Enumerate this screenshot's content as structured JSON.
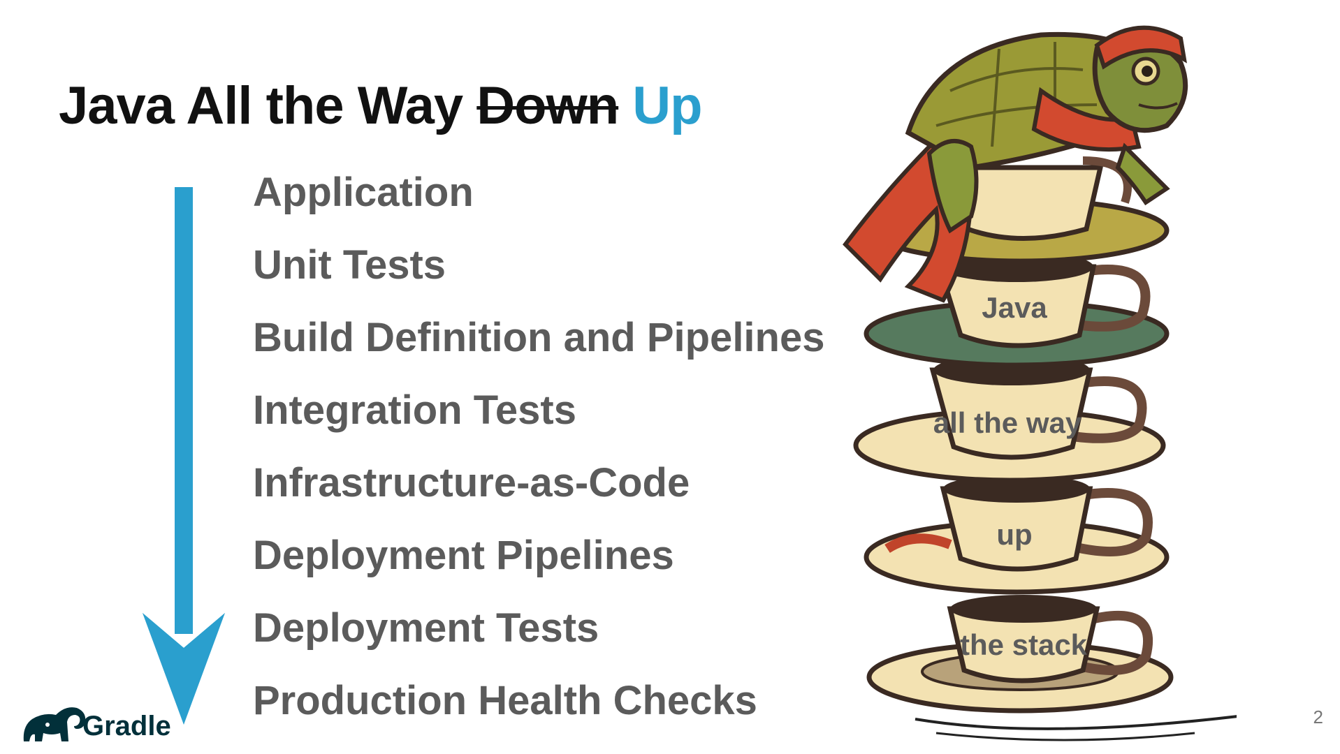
{
  "title": {
    "part1": "Java All the Way",
    "struck": "Down",
    "accent": "Up"
  },
  "items": [
    "Application",
    "Unit Tests",
    "Build Definition and Pipelines",
    "Integration Tests",
    "Infrastructure-as-Code",
    "Deployment Pipelines",
    "Deployment Tests",
    "Production Health Checks"
  ],
  "illustration": {
    "cups": [
      "Java",
      "all the way",
      "up",
      "the stack"
    ]
  },
  "logo": {
    "text": "Gradle",
    "icon": "elephant-icon"
  },
  "page_number": "2",
  "colors": {
    "accent": "#2a9fce",
    "item_text": "#5b5b5b",
    "title_text": "#111111",
    "logo": "#02303a"
  }
}
